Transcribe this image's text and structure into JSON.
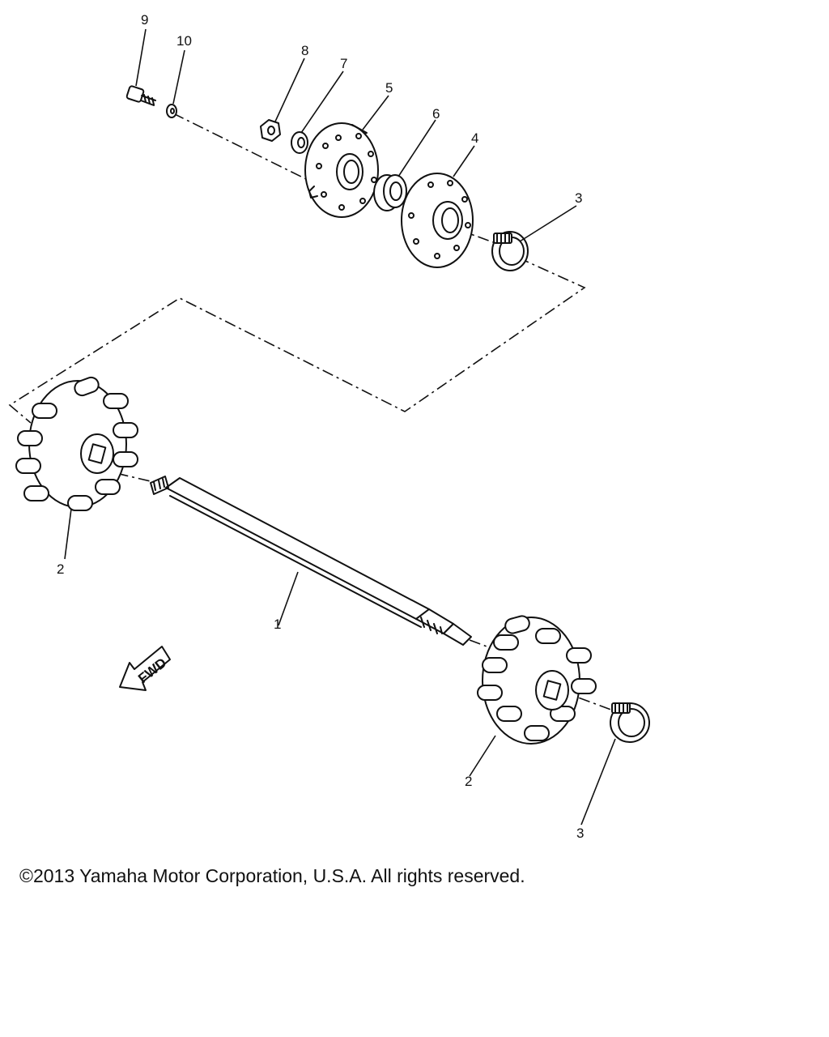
{
  "callouts": {
    "shaft": "1",
    "sprocket_left": "2",
    "sprocket_right": "2",
    "clamp_top": "3",
    "clamp_bottom": "3",
    "flange_outer": "4",
    "bearing_housing": "5",
    "bearing": "6",
    "washer": "7",
    "nut": "8",
    "bolt": "9",
    "lock_washer": "10"
  },
  "fwd_label": "FWD",
  "copyright": "©2013 Yamaha Motor Corporation, U.S.A. All rights reserved."
}
